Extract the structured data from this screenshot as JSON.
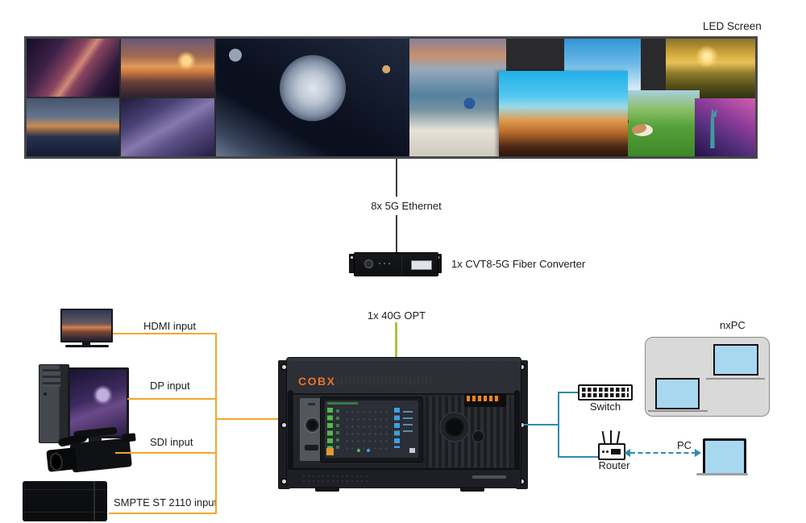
{
  "led_screen": {
    "label": "LED Screen",
    "tiles": [
      "galaxy-nebula",
      "sunset-pier",
      "coastal-dusk",
      "purple-nebula",
      "moon-space",
      "santorini-coast",
      "sky-clouds",
      "golden-forest-lake",
      "chinese-ancient-town",
      "cows-pasture",
      "statue-of-liberty-night"
    ]
  },
  "uplink": {
    "ethernet_label": "8x 5G Ethernet",
    "converter_label": "1x CVT8-5G Fiber Converter",
    "opt_label": "1x 40G OPT"
  },
  "processor": {
    "brand": "COBX"
  },
  "inputs": [
    {
      "label": "HDMI input",
      "device": "laptop-display"
    },
    {
      "label": "DP input",
      "device": "desktop-pc"
    },
    {
      "label": "SDI input",
      "device": "video-camera"
    },
    {
      "label": "SMPTE ST 2110 input",
      "device": "media-server"
    }
  ],
  "network": {
    "switch_label": "Switch",
    "router_label": "Router",
    "nxpc_label": "nxPC",
    "pc_label": "PC"
  },
  "colors": {
    "input_line": "#F5A62B",
    "output_line": "#2E8CAE",
    "opt_line": "#A5C63B",
    "ethernet_line": "#3C3C3C",
    "brand_orange": "#E8732C",
    "pc_screen_blue": "#A8D8F0"
  }
}
